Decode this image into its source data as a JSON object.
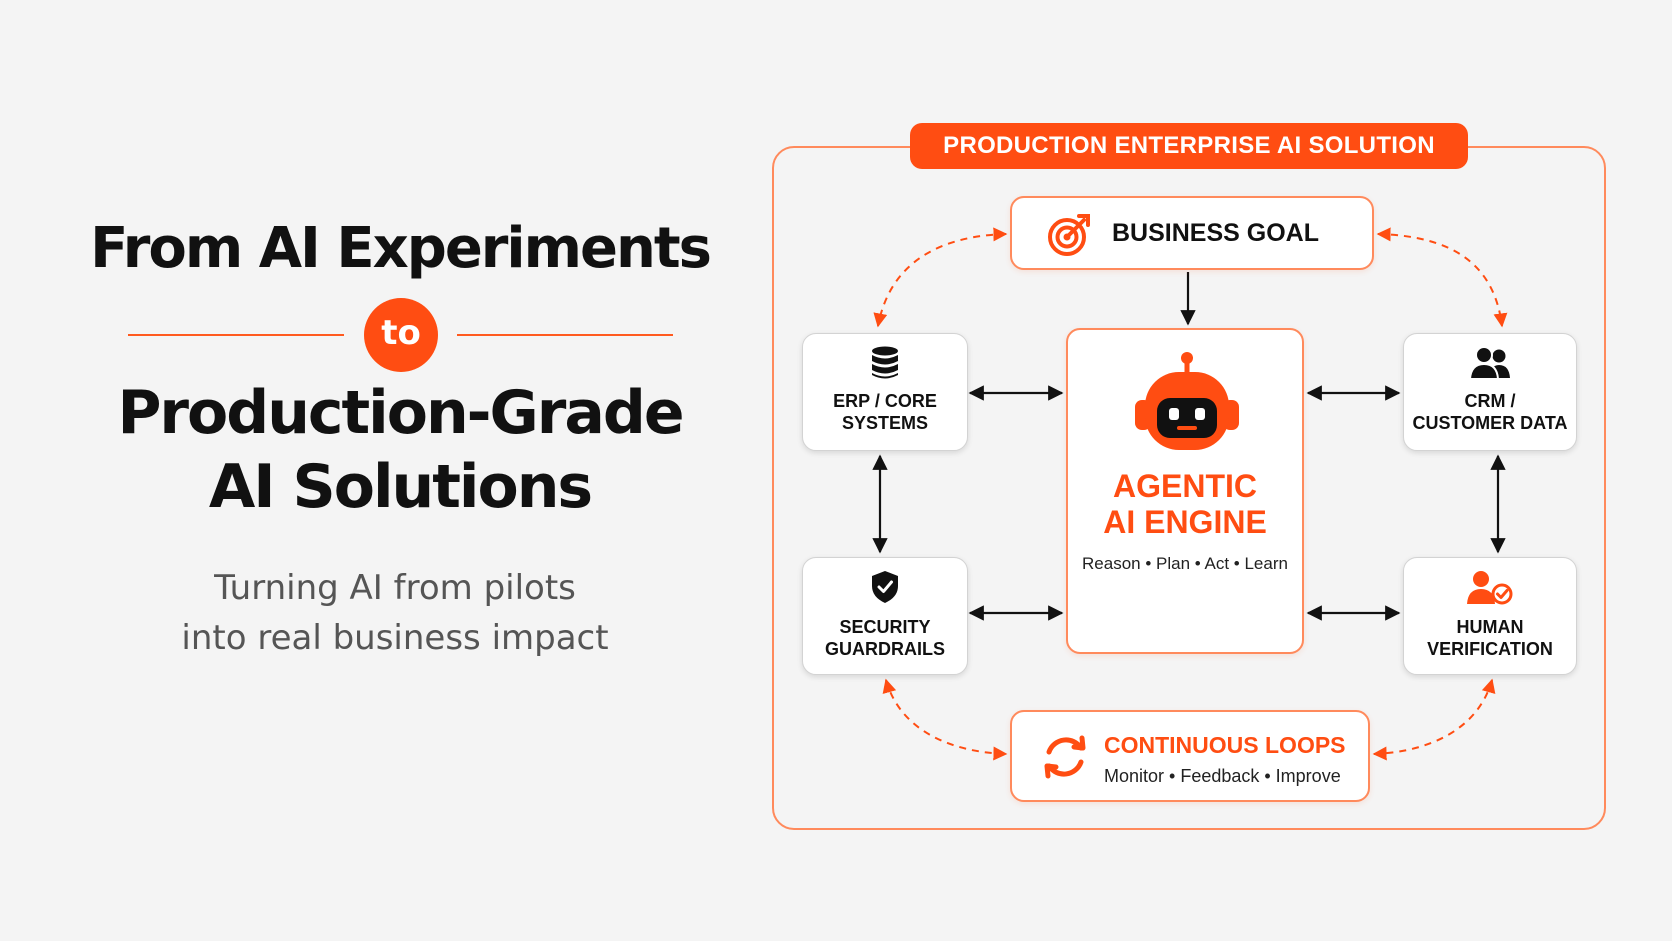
{
  "hero": {
    "line1": "From AI Experiments",
    "connector": "to",
    "line2": "Production-Grade",
    "line3": "AI Solutions",
    "subtitle_line1": "Turning AI from pilots",
    "subtitle_line2": "into real business impact"
  },
  "diagram": {
    "banner": "PRODUCTION ENTERPRISE AI SOLUTION",
    "business_goal": {
      "label": "BUSINESS GOAL",
      "icon": "target-icon"
    },
    "engine": {
      "title_line1": "AGENTIC",
      "title_line2": "AI ENGINE",
      "subtitle": "Reason • Plan • Act • Learn",
      "icon": "robot-icon"
    },
    "erp": {
      "line1": "ERP / CORE",
      "line2": "SYSTEMS",
      "icon": "database-icon"
    },
    "crm": {
      "line1": "CRM /",
      "line2": "CUSTOMER DATA",
      "icon": "users-icon"
    },
    "security": {
      "line1": "SECURITY",
      "line2": "GUARDRAILS",
      "icon": "shield-check-icon"
    },
    "human": {
      "line1": "HUMAN",
      "line2": "VERIFICATION",
      "icon": "user-check-icon"
    },
    "loops": {
      "title": "CONTINUOUS LOOPS",
      "subtitle": "Monitor • Feedback • Improve",
      "icon": "refresh-icon"
    }
  },
  "colors": {
    "accent": "#ff4d12",
    "accent_light": "#ff8a5c",
    "text": "#111111",
    "muted": "#555555",
    "background": "#f4f4f4"
  }
}
